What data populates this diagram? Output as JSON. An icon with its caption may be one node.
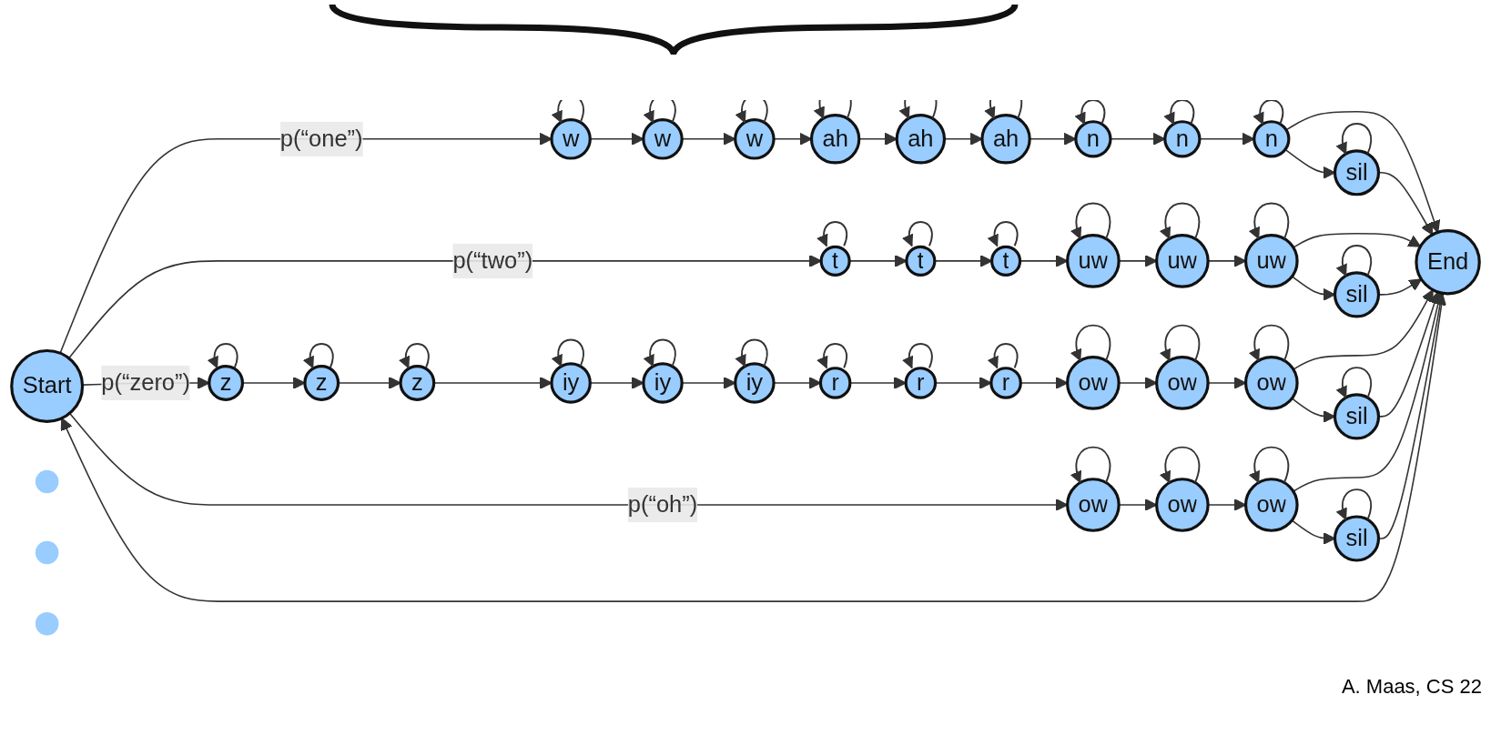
{
  "diagram": {
    "nodes": [
      {
        "text": [
          "Start"
        ]
      },
      {
        "text": [
          "w"
        ]
      },
      {
        "text": [
          "w"
        ]
      },
      {
        "text": [
          "w"
        ]
      },
      {
        "text": [
          "ah"
        ]
      },
      {
        "text": [
          "ah"
        ]
      },
      {
        "text": [
          "ah"
        ]
      },
      {
        "text": [
          "n"
        ]
      },
      {
        "text": [
          "n"
        ]
      },
      {
        "text": [
          "n"
        ]
      },
      {
        "text": [
          "sil"
        ]
      },
      {
        "text": [
          "t"
        ]
      },
      {
        "text": [
          "t"
        ]
      },
      {
        "text": [
          "t"
        ]
      },
      {
        "text": [
          "uw"
        ]
      },
      {
        "text": [
          "uw"
        ]
      },
      {
        "text": [
          "uw"
        ]
      },
      {
        "text": [
          "sil"
        ]
      },
      {
        "text": [],
        "shape": "circle"
      },
      {
        "text": [],
        "shape": "circle"
      },
      {
        "text": [],
        "shape": "circle"
      },
      {
        "text": [
          "z"
        ]
      },
      {
        "text": [
          "z"
        ]
      },
      {
        "text": [
          "z"
        ]
      },
      {
        "text": [
          "iy"
        ]
      },
      {
        "text": [
          "iy"
        ]
      },
      {
        "text": [
          "iy"
        ]
      },
      {
        "text": [
          "r"
        ]
      },
      {
        "text": [
          "r"
        ]
      },
      {
        "text": [
          "r"
        ]
      },
      {
        "text": [
          "ow"
        ]
      },
      {
        "text": [
          "ow"
        ]
      },
      {
        "text": [
          "ow"
        ]
      },
      {
        "text": [
          "sil"
        ]
      },
      {
        "text": [
          "ow"
        ]
      },
      {
        "text": [
          "ow"
        ]
      },
      {
        "text": [
          "ow"
        ]
      },
      {
        "text": [
          "sil"
        ]
      },
      {
        "text": [
          "End"
        ]
      }
    ],
    "edges": [
      {
        "from": 0,
        "to": 1,
        "arrow": "to",
        "label": "p(“one”)"
      },
      {
        "from": 1,
        "to": 1,
        "arrow": "to"
      },
      {
        "from": 1,
        "to": 2,
        "arrow": "to"
      },
      {
        "from": 2,
        "to": 2,
        "arrow": "to"
      },
      {
        "from": 2,
        "to": 3,
        "arrow": "to"
      },
      {
        "from": 3,
        "to": 3,
        "arrow": "to"
      },
      {
        "from": 3,
        "to": 4,
        "arrow": "to"
      },
      {
        "from": 4,
        "to": 4,
        "arrow": "to"
      },
      {
        "from": 4,
        "to": 5,
        "arrow": "to"
      },
      {
        "from": 5,
        "to": 5,
        "arrow": "to"
      },
      {
        "from": 5,
        "to": 6,
        "arrow": "to"
      },
      {
        "from": 6,
        "to": 6,
        "arrow": "to"
      },
      {
        "from": 6,
        "to": 7,
        "arrow": "to"
      },
      {
        "from": 7,
        "to": 7,
        "arrow": "to"
      },
      {
        "from": 7,
        "to": 8,
        "arrow": "to"
      },
      {
        "from": 8,
        "to": 8,
        "arrow": "to"
      },
      {
        "from": 8,
        "to": 9,
        "arrow": "to"
      },
      {
        "from": 9,
        "to": 9,
        "arrow": "to"
      },
      {
        "from": 9,
        "to": 10,
        "arrow": "to"
      },
      {
        "from": 9,
        "to": 38,
        "arrow": "to"
      },
      {
        "from": 10,
        "to": 10,
        "arrow": "to"
      },
      {
        "from": 10,
        "to": 38,
        "arrow": "to"
      },
      {
        "from": 0,
        "to": 11,
        "arrow": "to",
        "label": "p(“two”)"
      },
      {
        "from": 11,
        "to": 11,
        "arrow": "to"
      },
      {
        "from": 11,
        "to": 12,
        "arrow": "to"
      },
      {
        "from": 12,
        "to": 12,
        "arrow": "to"
      },
      {
        "from": 12,
        "to": 13,
        "arrow": "to"
      },
      {
        "from": 13,
        "to": 13,
        "arrow": "to"
      },
      {
        "from": 13,
        "to": 14,
        "arrow": "to"
      },
      {
        "from": 14,
        "to": 14,
        "arrow": "to"
      },
      {
        "from": 14,
        "to": 15,
        "arrow": "to"
      },
      {
        "from": 15,
        "to": 15,
        "arrow": "to"
      },
      {
        "from": 15,
        "to": 16,
        "arrow": "to"
      },
      {
        "from": 16,
        "to": 16,
        "arrow": "to"
      },
      {
        "from": 16,
        "to": 17,
        "arrow": "to"
      },
      {
        "from": 16,
        "to": 38,
        "arrow": "to"
      },
      {
        "from": 17,
        "to": 17,
        "arrow": "to"
      },
      {
        "from": 17,
        "to": 38,
        "arrow": "to"
      },
      {
        "from": 0,
        "to": 21,
        "arrow": "to",
        "label": "p(“zero”)"
      },
      {
        "from": 21,
        "to": 21,
        "arrow": "to"
      },
      {
        "from": 21,
        "to": 22,
        "arrow": "to"
      },
      {
        "from": 22,
        "to": 22,
        "arrow": "to"
      },
      {
        "from": 22,
        "to": 23,
        "arrow": "to"
      },
      {
        "from": 23,
        "to": 23,
        "arrow": "to"
      },
      {
        "from": 23,
        "to": 24,
        "arrow": "to"
      },
      {
        "from": 24,
        "to": 24,
        "arrow": "to"
      },
      {
        "from": 24,
        "to": 25,
        "arrow": "to"
      },
      {
        "from": 25,
        "to": 25,
        "arrow": "to"
      },
      {
        "from": 25,
        "to": 26,
        "arrow": "to"
      },
      {
        "from": 26,
        "to": 26,
        "arrow": "to"
      },
      {
        "from": 26,
        "to": 27,
        "arrow": "to"
      },
      {
        "from": 27,
        "to": 27,
        "arrow": "to"
      },
      {
        "from": 27,
        "to": 28,
        "arrow": "to"
      },
      {
        "from": 28,
        "to": 28,
        "arrow": "to"
      },
      {
        "from": 28,
        "to": 29,
        "arrow": "to"
      },
      {
        "from": 29,
        "to": 29,
        "arrow": "to"
      },
      {
        "from": 29,
        "to": 30,
        "arrow": "to"
      },
      {
        "from": 30,
        "to": 30,
        "arrow": "to"
      },
      {
        "from": 30,
        "to": 31,
        "arrow": "to"
      },
      {
        "from": 31,
        "to": 31,
        "arrow": "to"
      },
      {
        "from": 31,
        "to": 32,
        "arrow": "to"
      },
      {
        "from": 32,
        "to": 32,
        "arrow": "to"
      },
      {
        "from": 32,
        "to": 33,
        "arrow": "to"
      },
      {
        "from": 32,
        "to": 38,
        "arrow": "to"
      },
      {
        "from": 33,
        "to": 33,
        "arrow": "to"
      },
      {
        "from": 33,
        "to": 38,
        "arrow": "to"
      },
      {
        "from": 0,
        "to": 34,
        "arrow": "to",
        "label": "p(“oh”)"
      },
      {
        "from": 34,
        "to": 34,
        "arrow": "to"
      },
      {
        "from": 34,
        "to": 35,
        "arrow": "to"
      },
      {
        "from": 35,
        "to": 35,
        "arrow": "to"
      },
      {
        "from": 35,
        "to": 36,
        "arrow": "to"
      },
      {
        "from": 36,
        "to": 36,
        "arrow": "to"
      },
      {
        "from": 36,
        "to": 37,
        "arrow": "to"
      },
      {
        "from": 36,
        "to": 38,
        "arrow": "to"
      },
      {
        "from": 37,
        "to": 37,
        "arrow": "to"
      },
      {
        "from": 37,
        "to": 38,
        "arrow": "to"
      },
      {
        "from": 38,
        "to": 0,
        "arrow": "to"
      }
    ],
    "labels": [
      "A. Maas, CS 22"
    ]
  }
}
